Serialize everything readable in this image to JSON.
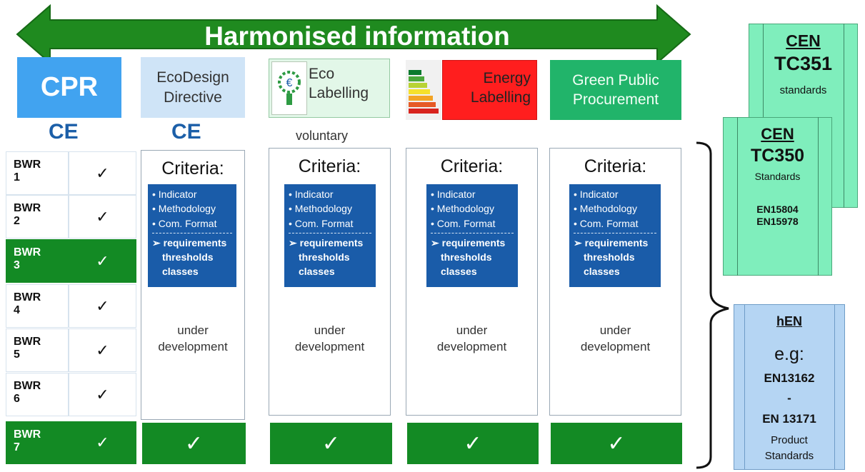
{
  "banner": {
    "title": "Harmonised information"
  },
  "headers": {
    "cpr": "CPR",
    "ecodesign": [
      "EcoDesign",
      "Directive"
    ],
    "ecolabelling": [
      "Eco",
      "Labelling"
    ],
    "energy": [
      "Energy",
      "Labelling"
    ],
    "gpp": [
      "Green Public",
      "Procurement"
    ]
  },
  "marks": {
    "ce_cpr": "CE",
    "ce_ecodesign": "CE",
    "voluntary": "voluntary"
  },
  "bwr": [
    {
      "label": [
        "BWR",
        "1"
      ],
      "check": "✓",
      "highlight": false
    },
    {
      "label": [
        "BWR",
        "2"
      ],
      "check": "✓",
      "highlight": false
    },
    {
      "label": [
        "BWR",
        "3"
      ],
      "check": "✓",
      "highlight": true
    },
    {
      "label": [
        "BWR",
        "4"
      ],
      "check": "✓",
      "highlight": false
    },
    {
      "label": [
        "BWR",
        "5"
      ],
      "check": "✓",
      "highlight": false
    },
    {
      "label": [
        "BWR",
        "6"
      ],
      "check": "✓",
      "highlight": false
    },
    {
      "label": [
        "BWR",
        "7"
      ],
      "check": "✓",
      "highlight": true
    }
  ],
  "criteria": {
    "title": "Criteria:",
    "items": [
      "• Indicator",
      "• Methodology",
      "• Com. Format"
    ],
    "req": [
      "➢ requirements",
      "thresholds",
      "classes"
    ],
    "status": [
      "under",
      "development"
    ],
    "check": "✓"
  },
  "cen351": {
    "title": "CEN",
    "sub": "TC351",
    "desc": "standards"
  },
  "cen350": {
    "title": "CEN",
    "sub": "TC350",
    "desc": "Standards",
    "codes": [
      "EN15804",
      "EN15978"
    ]
  },
  "hen": {
    "title": "hEN",
    "eg": "e.g:",
    "codes": [
      "EN13162",
      "-",
      "EN 13171"
    ],
    "desc": [
      "Product",
      "Standards"
    ]
  },
  "colors": {
    "green": "#138a24",
    "blue": "#1a5ca9",
    "cpr": "#41a3f0",
    "arrow": "#1f8a1f"
  }
}
